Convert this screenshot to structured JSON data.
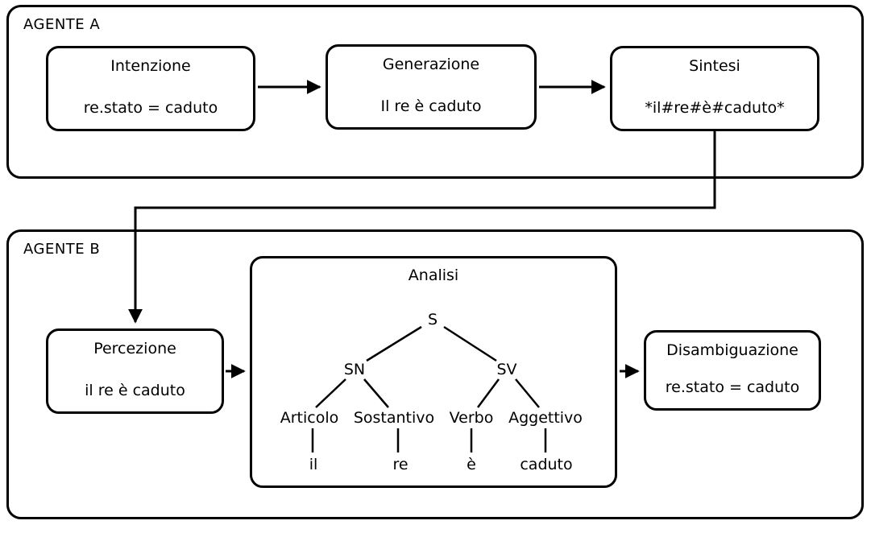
{
  "diagram": {
    "background": "#ffffff",
    "line_color": "#000000"
  },
  "agent_a": {
    "label": "AGENTE A",
    "boxes": {
      "intenzione": {
        "title": "Intenzione",
        "content": "re.stato = caduto"
      },
      "generazione": {
        "title": "Generazione",
        "content": "Il re è caduto"
      },
      "sintesi": {
        "title": "Sintesi",
        "content": "*il#re#è#caduto*"
      }
    }
  },
  "agent_b": {
    "label": "AGENTE B",
    "boxes": {
      "percezione": {
        "title": "Percezione",
        "content": "il re è caduto"
      },
      "disambiguazione": {
        "title": "Disambiguazione",
        "content": "re.stato = caduto"
      }
    }
  },
  "analisi": {
    "title": "Analisi",
    "tree": {
      "root": {
        "label": "S"
      },
      "phrases": [
        {
          "label": "SN"
        },
        {
          "label": "SV"
        }
      ],
      "categories": [
        {
          "label": "Articolo",
          "word": "il"
        },
        {
          "label": "Sostantivo",
          "word": "re"
        },
        {
          "label": "Verbo",
          "word": "è"
        },
        {
          "label": "Aggettivo",
          "word": "caduto"
        }
      ]
    }
  }
}
